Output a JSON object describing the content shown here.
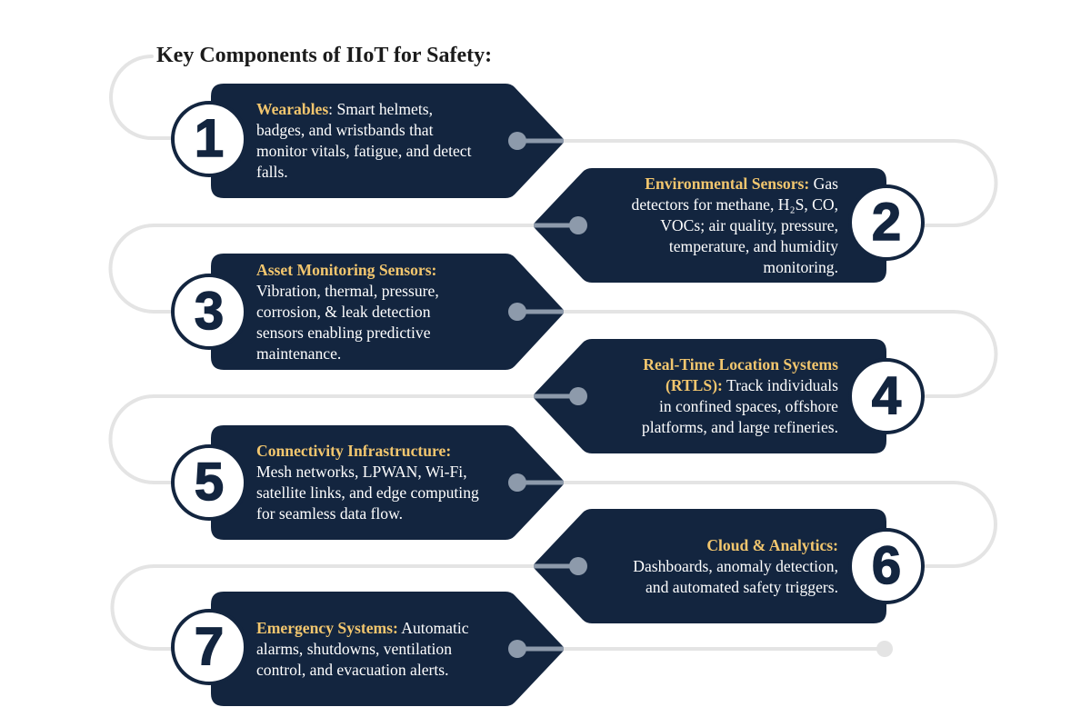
{
  "title": "Key Components of IIoT for Safety:",
  "colors": {
    "tag_fill": "#13253f",
    "heading_gold": "#f2c66e",
    "body_text": "#ffffff",
    "path_line": "#e4e4e4",
    "connector_dot": "#8d9aab",
    "badge_fill": "#ffffff",
    "title_text": "#1b1b1b"
  },
  "items": [
    {
      "number": "1",
      "title": "Wearables",
      "side": "left",
      "lines": [
        {
          "em": "Wearables",
          "text": ": Smart helmets,"
        },
        {
          "text": "badges, and wristbands that"
        },
        {
          "text": "monitor vitals, fatigue, and detect"
        },
        {
          "text": "falls."
        }
      ]
    },
    {
      "number": "2",
      "title": "Environmental Sensors",
      "side": "right",
      "lines": [
        {
          "em": "Environmental Sensors:",
          "text": " Gas"
        },
        {
          "text": "detectors for methane, H₂S, CO,"
        },
        {
          "text": "VOCs; air quality, pressure,"
        },
        {
          "text": "temperature, and humidity"
        },
        {
          "text": "monitoring."
        }
      ]
    },
    {
      "number": "3",
      "title": "Asset Monitoring Sensors",
      "side": "left",
      "lines": [
        {
          "em": "Asset Monitoring Sensors:"
        },
        {
          "text": "Vibration, thermal, pressure,"
        },
        {
          "text": "corrosion, & leak detection"
        },
        {
          "text": "sensors enabling predictive"
        },
        {
          "text": "maintenance."
        }
      ]
    },
    {
      "number": "4",
      "title": "Real-Time Location Systems (RTLS)",
      "side": "right",
      "lines": [
        {
          "em": "Real-Time Location Systems"
        },
        {
          "em": "(RTLS):",
          "text": " Track individuals"
        },
        {
          "text": "in confined spaces, offshore"
        },
        {
          "text": "platforms, and large refineries."
        }
      ]
    },
    {
      "number": "5",
      "title": "Connectivity Infrastructure",
      "side": "left",
      "lines": [
        {
          "em": "Connectivity Infrastructure:"
        },
        {
          "text": "Mesh networks, LPWAN, Wi-Fi,"
        },
        {
          "text": "satellite links, and edge computing"
        },
        {
          "text": "for seamless data flow."
        }
      ]
    },
    {
      "number": "6",
      "title": "Cloud & Analytics",
      "side": "right",
      "lines": [
        {
          "em": "Cloud & Analytics:"
        },
        {
          "text": "Dashboards, anomaly detection,"
        },
        {
          "text": "and automated safety triggers."
        }
      ]
    },
    {
      "number": "7",
      "title": "Emergency Systems",
      "side": "left",
      "lines": [
        {
          "em": "Emergency Systems:",
          "text": " Automatic"
        },
        {
          "text": "alarms, shutdowns, ventilation"
        },
        {
          "text": "control, and evacuation alerts."
        }
      ]
    }
  ]
}
